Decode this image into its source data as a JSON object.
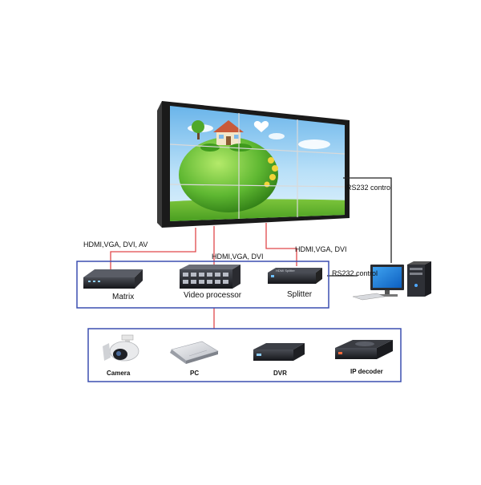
{
  "diagram": {
    "video_wall": {
      "grid": {
        "rows": 3,
        "cols": 3
      }
    },
    "connections": {
      "matrix_link": "HDMI,VGA, DVI, AV",
      "processor_link": "HDMI,VGA, DVI",
      "splitter_link": "HDMI,VGA, DVI",
      "wall_rs232": "RS232 control",
      "box_rs232": "RS232 control"
    },
    "devices": {
      "matrix": "Matrix",
      "video_processor": "Video processor",
      "splitter": "Splitter",
      "splitter_panel_text": "HDMI Splitter"
    },
    "sources": {
      "camera": "Camera",
      "pc": "PC",
      "dvr": "DVR",
      "ip_decoder": "IP decoder"
    },
    "colors": {
      "link_line": "#e0484a",
      "box_border": "#3b4fb0",
      "control_line": "#222222",
      "sky": "#8ec9f2",
      "ball": "#5fb832",
      "grass": "#3f9a1c"
    }
  }
}
